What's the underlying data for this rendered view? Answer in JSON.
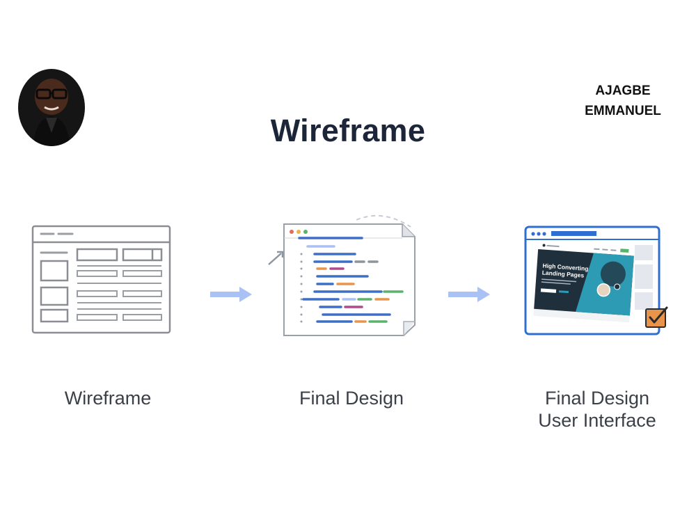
{
  "author": {
    "first_name": "AJAGBE",
    "last_name": "EMMANUEL"
  },
  "title": "Wireframe",
  "stages": [
    {
      "caption_lines": [
        "Wireframe"
      ]
    },
    {
      "caption_lines": [
        "Final Design"
      ]
    },
    {
      "caption_lines": [
        "Final Design",
        "User Interface"
      ]
    }
  ],
  "preview": {
    "headline_line1": "High Converting",
    "headline_line2": "Landing Pages"
  },
  "colors": {
    "title": "#1c2638",
    "arrow": "#a9c1f4",
    "browser_blue": "#2f6fd0",
    "dark_panel": "#1f2f3c",
    "teal": "#2e9bb4",
    "check_orange": "#e8944a"
  },
  "icons": [
    "avatar-photo",
    "wireframe-layout-icon",
    "code-document-icon",
    "browser-preview-icon",
    "checkbox-checked-icon",
    "arrow-right-icon"
  ]
}
